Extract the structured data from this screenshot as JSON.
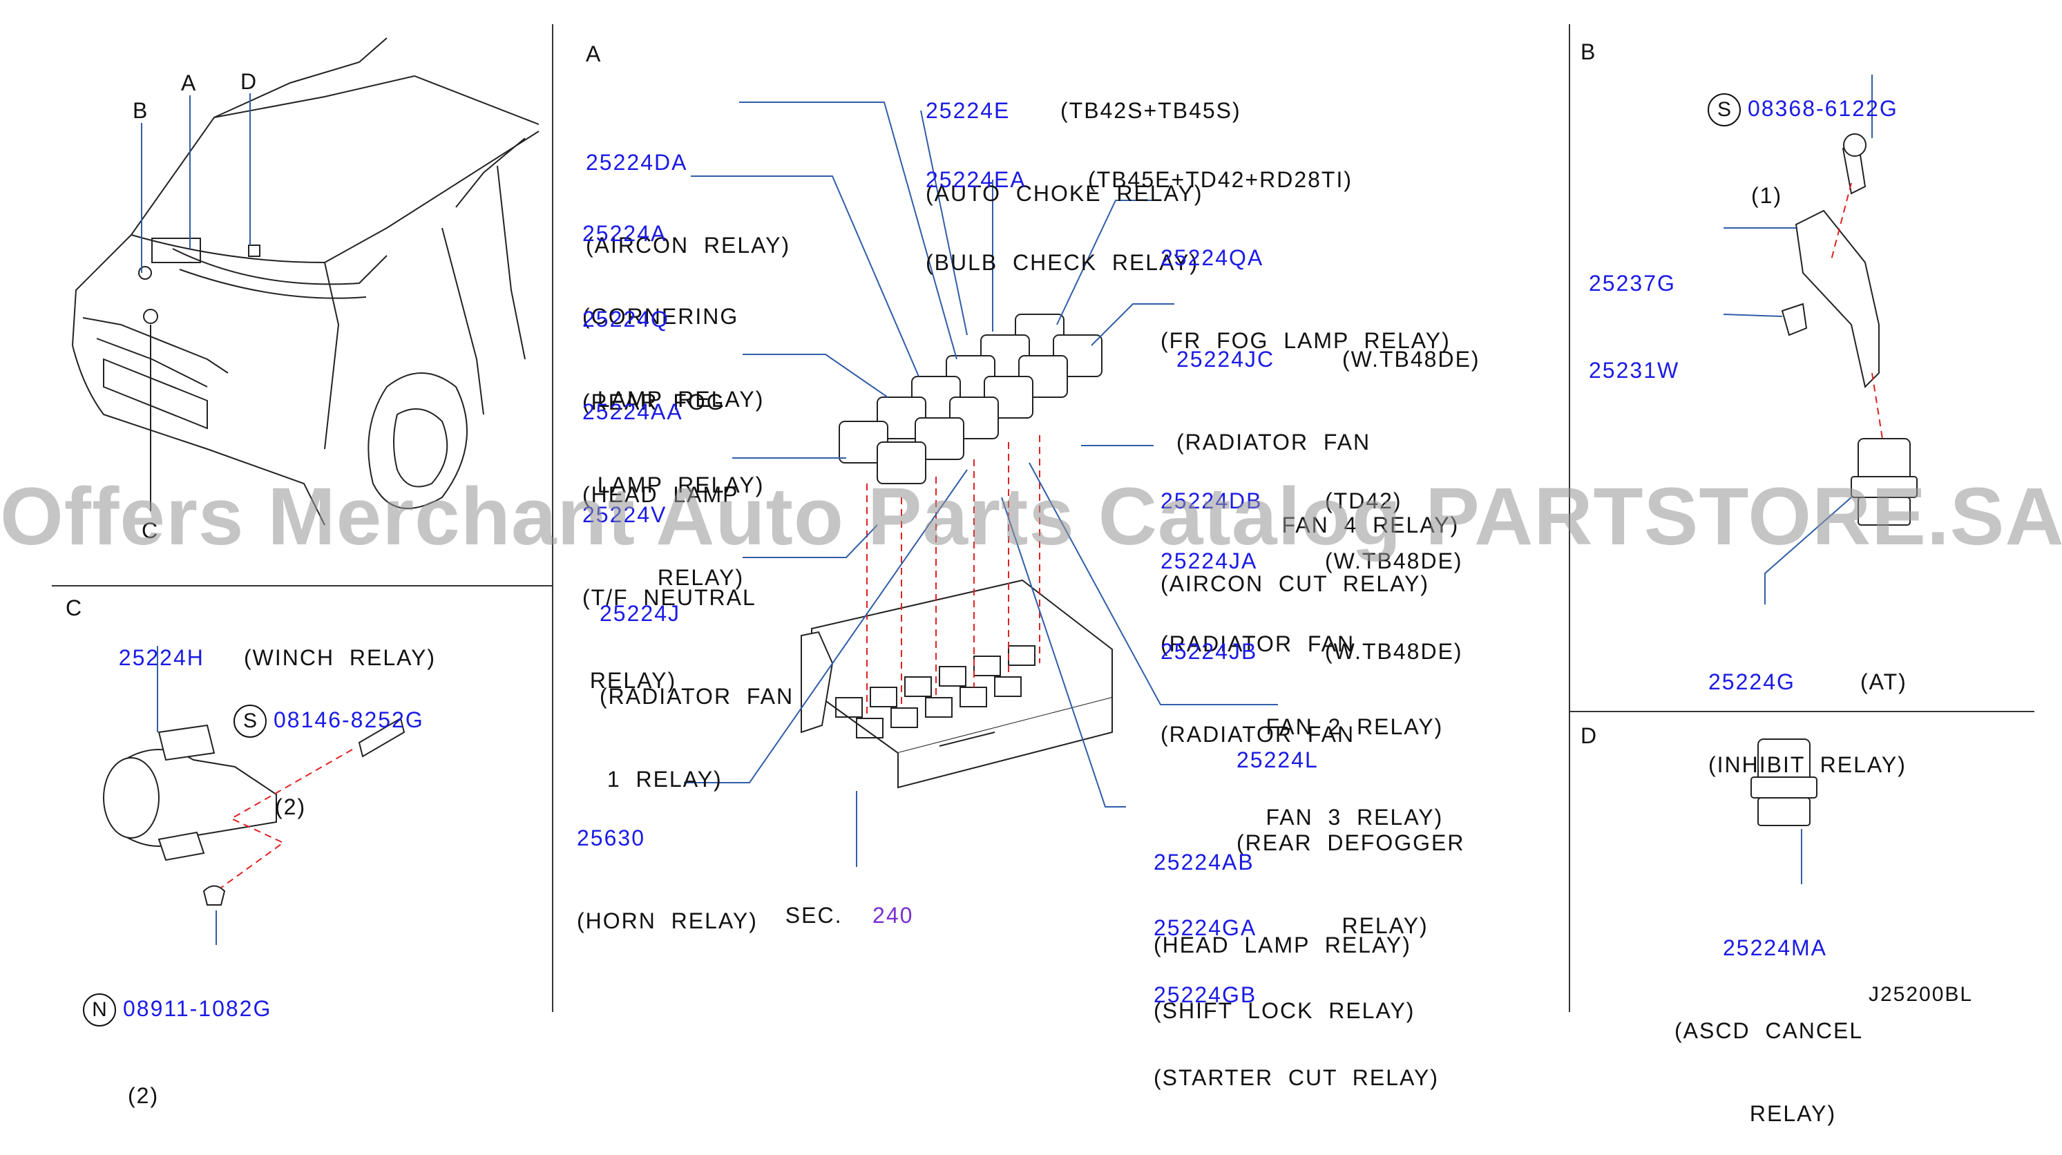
{
  "sections": {
    "a": "A",
    "b": "B",
    "c": "C",
    "d": "D"
  },
  "car_view_letters": {
    "b": "B",
    "a": "A",
    "d": "D",
    "c": "C"
  },
  "parts": {
    "p25224E": {
      "num": "25224E",
      "note": "(TB42S+TB45S)",
      "desc": [
        "(AUTO  CHOKE  RELAY)"
      ]
    },
    "p25224EA": {
      "num": "25224EA",
      "note": "(TB45E+TD42+RD28TI)",
      "desc": [
        "(BULB  CHECK  RELAY)"
      ]
    },
    "p25224DA": {
      "num": "25224DA",
      "desc": [
        "(AIRCON  RELAY)"
      ]
    },
    "p25224A": {
      "num": "25224A",
      "desc": [
        "(CORNERING",
        "  LAMP  RELAY)"
      ]
    },
    "p25224Q": {
      "num": "25224Q",
      "desc": [
        "(REAR  FOG",
        "  LAMP  RELAY)"
      ]
    },
    "p25224AA": {
      "num": "25224AA",
      "desc": [
        "(HEAD  LAMP",
        "          RELAY)"
      ]
    },
    "p25224V": {
      "num": "25224V",
      "desc": [
        "(T/F  NEUTRAL",
        " RELAY)"
      ]
    },
    "p25224J": {
      "num": "25224J",
      "desc": [
        "(RADIATOR  FAN",
        " 1  RELAY)"
      ]
    },
    "p25630": {
      "num": "25630",
      "desc": [
        "(HORN  RELAY)"
      ]
    },
    "p25224QA": {
      "num": "25224QA",
      "desc": [
        "(FR  FOG  LAMP  RELAY)"
      ]
    },
    "p25224JC": {
      "num": "25224JC",
      "note": "(W.TB48DE)",
      "desc": [
        "(RADIATOR  FAN",
        "              FAN  4  RELAY)"
      ]
    },
    "p25224DB": {
      "num": "25224DB",
      "note": "(TD42)",
      "desc": [
        "(AIRCON  CUT  RELAY)"
      ]
    },
    "p25224JA": {
      "num": "25224JA",
      "note": "(W.TB48DE)",
      "desc": [
        "(RADIATOR  FAN",
        "              FAN  2  RELAY)"
      ]
    },
    "p25224JB": {
      "num": "25224JB",
      "note": "(W.TB48DE)",
      "desc": [
        "(RADIATOR  FAN",
        "              FAN  3  RELAY)"
      ]
    },
    "p25224L": {
      "num": "25224L",
      "desc": [
        "(REAR  DEFOGGER",
        "              RELAY)"
      ]
    },
    "p25224AB": {
      "num": "25224AB",
      "desc": [
        "(HEAD  LAMP  RELAY)"
      ]
    },
    "p25224GA": {
      "num": "25224GA",
      "desc": [
        "(SHIFT  LOCK  RELAY)"
      ]
    },
    "p25224GB": {
      "num": "25224GB",
      "desc": [
        "(STARTER  CUT  RELAY)"
      ]
    },
    "p25224H": {
      "num": "25224H",
      "note": "(WINCH  RELAY)"
    },
    "p08146": {
      "mark": "S",
      "num": "08146-8252G",
      "qty": "(2)"
    },
    "p08911": {
      "mark": "N",
      "num": "08911-1082G",
      "qty": "(2)"
    },
    "p08368": {
      "mark": "S",
      "num": "08368-6122G",
      "qty": "(1)"
    },
    "p25237G": {
      "num": "25237G"
    },
    "p25231W": {
      "num": "25231W"
    },
    "p25224G": {
      "num": "25224G",
      "note": "(AT)",
      "desc": [
        "(INHIBIT  RELAY)"
      ]
    },
    "p25224MA": {
      "num": "25224MA",
      "desc": [
        "(ASCD  CANCEL",
        "          RELAY)"
      ]
    }
  },
  "sec_ref": {
    "label": "SEC.",
    "num": "240"
  },
  "drawing_id": "J25200BL",
  "watermark": "Offers Merchant Auto Parts Catalog PARTSTORE.SA",
  "colors": {
    "part_number": "#1a1ae6",
    "section_ref": "#7a2fd0",
    "leader": "#2f5da8",
    "dashed": "#e02020",
    "ink": "#111111"
  }
}
